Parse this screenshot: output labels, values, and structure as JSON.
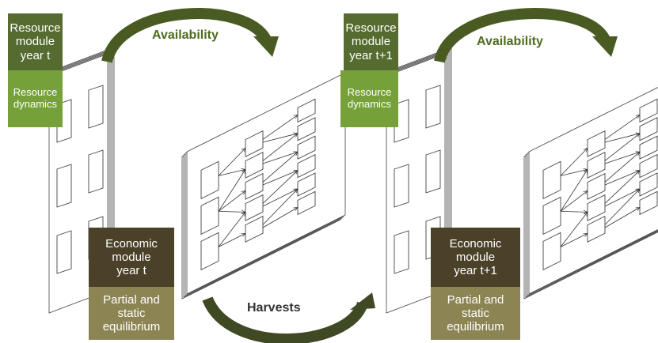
{
  "colors": {
    "resource_dark": "#556B2F",
    "resource_light": "#76A13A",
    "economic_dark": "#4A4128",
    "economic_light": "#8C8453",
    "arrow": "#4A5A23",
    "label_text": "#4E6B1E"
  },
  "cycle_1": {
    "resource_module": [
      "Resource",
      "module",
      "year t"
    ],
    "resource_dynamics": [
      "Resource",
      "dynamics"
    ],
    "economic_module": [
      "Economic",
      "module",
      "year t"
    ],
    "equilibrium": [
      "Partial and",
      "static",
      "equilibrium"
    ],
    "availability_label": "Availability"
  },
  "cycle_2": {
    "resource_module": [
      "Resource",
      "module",
      "year t+1"
    ],
    "resource_dynamics": [
      "Resource",
      "dynamics"
    ],
    "economic_module": [
      "Economic",
      "module",
      "year t+1"
    ],
    "equilibrium": [
      "Partial and",
      "static",
      "equilibrium"
    ],
    "availability_label": "Availability"
  },
  "harvests_label": "Harvests"
}
